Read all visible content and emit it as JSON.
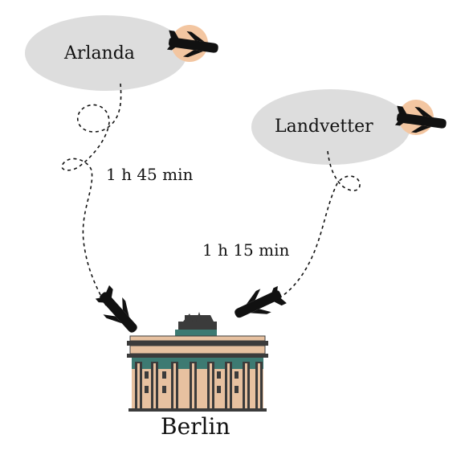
{
  "origins": [
    {
      "name": "Arlanda",
      "flight_time": "1 h 45 min"
    },
    {
      "name": "Landvetter",
      "flight_time": "1 h 15 min"
    }
  ],
  "destination": {
    "name": "Berlin",
    "landmark_icon": "brandenburg-gate-icon"
  },
  "icons": {
    "plane": "airplane-icon",
    "sun": "sun-disc-icon"
  },
  "colors": {
    "cloud": "#dddddd",
    "sun": "#f3c6a1",
    "ink": "#111111",
    "gate_stone": "#e7c1a0",
    "gate_teal": "#3d7a72",
    "gate_dark": "#3b3b3b"
  }
}
